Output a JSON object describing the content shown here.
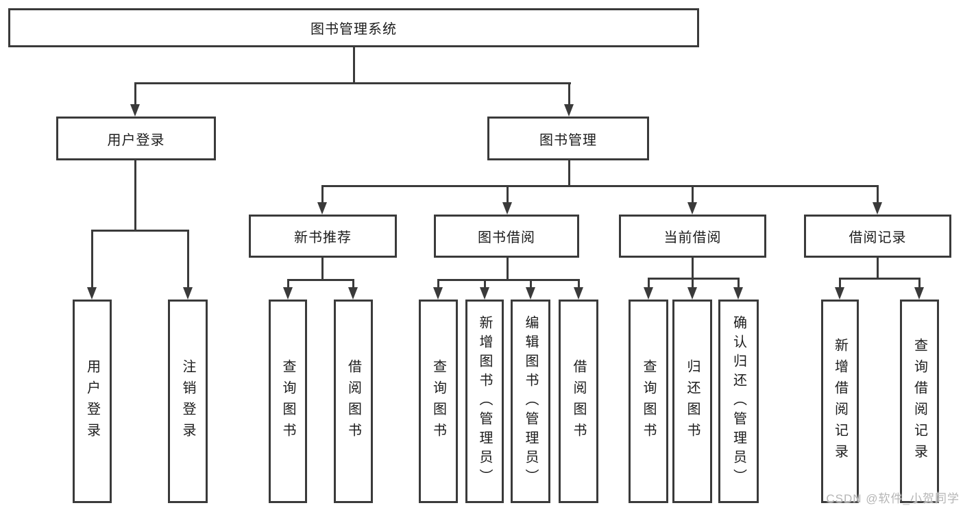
{
  "nodes": {
    "root": "图书管理系统",
    "level2": [
      "用户登录",
      "图书管理"
    ],
    "level3": [
      "新书推荐",
      "图书借阅",
      "当前借阅",
      "借阅记录"
    ],
    "leaves": {
      "user_login": [
        "用户登录",
        "注销登录"
      ],
      "new_book": [
        "查询图书",
        "借阅图书"
      ],
      "book_borrow": [
        "查询图书",
        "新增图书（管理员）",
        "编辑图书（管理员）",
        "借阅图书"
      ],
      "current_borrow": [
        "查询图书",
        "归还图书",
        "确认归还（管理员）"
      ],
      "borrow_record": [
        "新增借阅记录",
        "查询借阅记录"
      ]
    }
  },
  "watermark": "CSDN @软件_小贺同学",
  "colors": {
    "line": "#3a3a3a",
    "text": "#1c1c1c",
    "watermark": "#b5b5b5",
    "background": "#ffffff"
  }
}
